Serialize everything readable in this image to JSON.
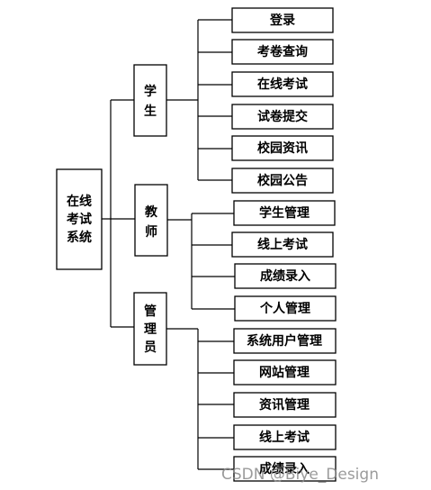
{
  "root": {
    "lines": [
      "在线",
      "考试",
      "系统"
    ]
  },
  "branches": [
    {
      "name": "学生",
      "chars": [
        "学",
        "生"
      ],
      "children": [
        "登录",
        "考卷查询",
        "在线考试",
        "试卷提交",
        "校园资讯",
        "校园公告"
      ]
    },
    {
      "name": "教师",
      "chars": [
        "教",
        "师"
      ],
      "children": [
        "学生管理",
        "线上考试",
        "成绩录入",
        "个人管理"
      ]
    },
    {
      "name": "管理员",
      "chars": [
        "管",
        "理",
        "员"
      ],
      "children": [
        "系统用户管理",
        "网站管理",
        "资讯管理",
        "线上考试",
        "成绩录入"
      ]
    }
  ],
  "watermark": "CSDN @Biye_Design",
  "colors": {
    "stroke": "#000000",
    "background": "#ffffff",
    "watermark": "#8a8a8a"
  }
}
